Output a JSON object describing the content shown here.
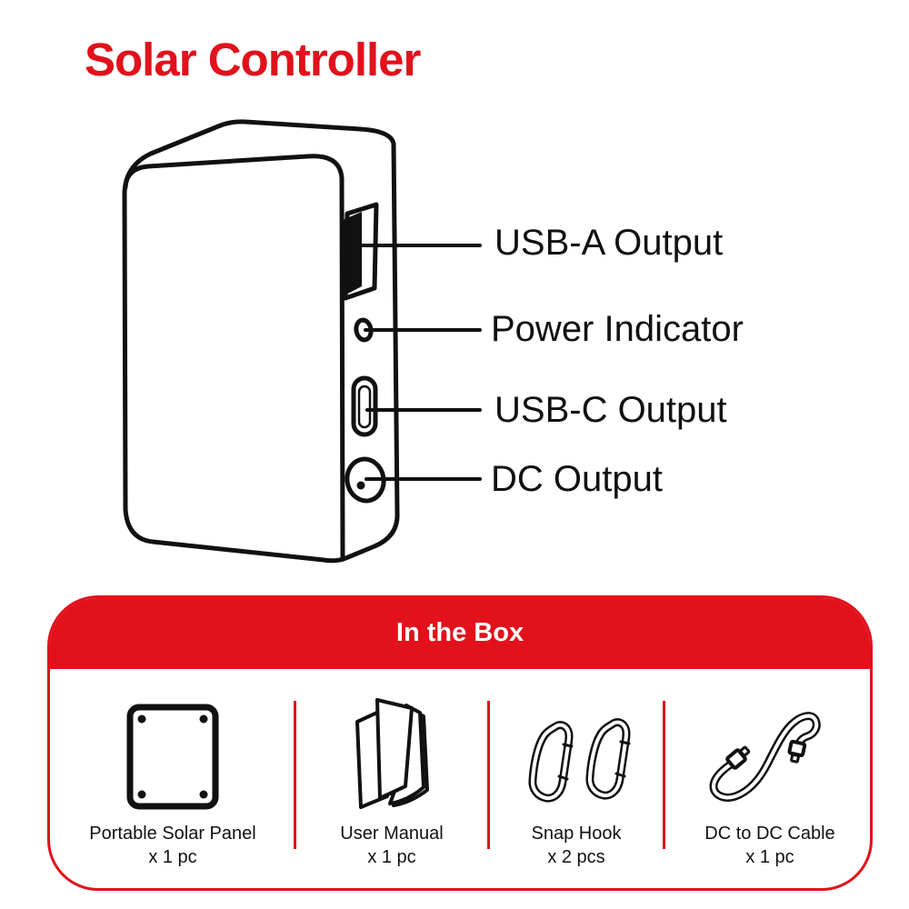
{
  "colors": {
    "accent_red": "#e2111b",
    "ink": "#111111",
    "background": "#ffffff"
  },
  "title": "Solar Controller",
  "device_diagram": {
    "description_icons": [
      "usb-a-port",
      "power-indicator-led",
      "usb-c-port",
      "dc-port"
    ],
    "callouts": [
      {
        "id": "usb-a",
        "label": "USB-A Output"
      },
      {
        "id": "power",
        "label": "Power Indicator"
      },
      {
        "id": "usb-c",
        "label": "USB-C Output"
      },
      {
        "id": "dc",
        "label": "DC Output"
      }
    ]
  },
  "in_the_box": {
    "title": "In the Box",
    "items": [
      {
        "name": "Portable Solar Panel",
        "qty": "x 1 pc",
        "icon": "solar-panel-icon"
      },
      {
        "name": "User Manual",
        "qty": "x 1 pc",
        "icon": "user-manual-icon"
      },
      {
        "name": "Snap Hook",
        "qty": "x 2 pcs",
        "icon": "snap-hook-icon"
      },
      {
        "name": "DC to DC Cable",
        "qty": "x 1 pc",
        "icon": "dc-to-dc-cable-icon"
      }
    ]
  }
}
